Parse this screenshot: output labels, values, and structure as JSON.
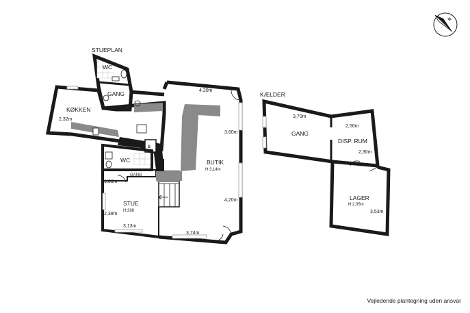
{
  "compass": {
    "letter": "N",
    "icon": "compass-icon"
  },
  "floors": {
    "ground": {
      "title": "STUEPLAN",
      "rooms": {
        "wc_top": "WC",
        "gang_top": "GANG",
        "kokken": "KØKKEN",
        "wc_mid": "WC",
        "gang_small": "GANG",
        "stue": "STUE",
        "stue_height": "H:266",
        "butik": "BUTIK",
        "butik_height": "H:3,14m",
        "storage_s": "S"
      },
      "dimensions": {
        "butik_top": "4,20m",
        "butik_right_upper": "3,60m",
        "butik_right_lower": "4,20m",
        "butik_bottom": "3,74m",
        "kokken_side": "2,32m",
        "gang_width": "1,00m",
        "stue_side": "2,38m",
        "stue_bottom": "3,13m"
      }
    },
    "basement": {
      "title": "KÆLDER",
      "rooms": {
        "gang": "GANG",
        "disp": "DISP. RUM",
        "lager": "LAGER",
        "lager_height": "H:2,05m"
      },
      "dimensions": {
        "gang_top": "3,70m",
        "disp_top": "2,50m",
        "disp_side": "2,30m",
        "lager_side": "3,53m"
      }
    }
  },
  "footer": {
    "disclaimer": "Vejledende plantegning uden ansvar"
  }
}
